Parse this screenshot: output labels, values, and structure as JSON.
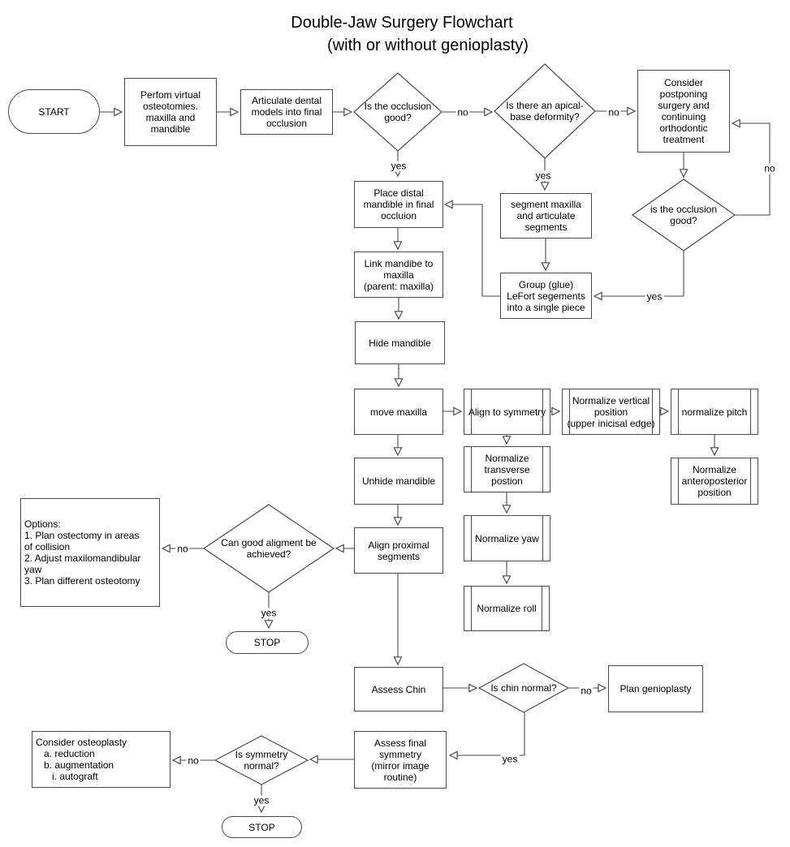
{
  "title": {
    "line1": "Double-Jaw Surgery Flowchart",
    "line2": "(with or without genioplasty)"
  },
  "colors": {
    "line": "#4a4a4a",
    "text": "#000000",
    "background": "#ffffff"
  },
  "nodes": {
    "start": "START",
    "perform_osteotomies": "Perfom virtual\nosteotomies.\nmaxilla and\nmandible",
    "articulate_models": "Articulate dental\nmodels into final\nocclusion",
    "occlusion_good_1": "Is the occlusion\ngood?",
    "apical_deformity": "Is there an apical-\nbase deformity?",
    "consider_postponing": "Consider\npostponing\nsurgery and\ncontinuing\northodontic\ntreatment",
    "occlusion_good_2": "is the occlusion\ngood?",
    "place_distal": "Place distal\nmandible in final\noccluion",
    "segment_maxilla": "segment maxilla\nand articulate\nsegments",
    "group_lefort": "Group (glue)\nLeFort segements\ninto a single piece",
    "link_mandible": "Link mandibe to\nmaxilla\n(parent: maxilla)",
    "hide_mandible": "Hide mandible",
    "move_maxilla": "move maxilla",
    "align_to_symmetry": "Align to symmetry",
    "normalize_vertical": "Normalize vertical\nposition\n(upper inicisal edge)",
    "normalize_pitch": "normalize pitch",
    "normalize_transverse": "Normalize\ntransverse\npostion",
    "normalize_yaw": "Normalize yaw",
    "normalize_anteroposterior": "Normalize\nanteroposterior\nposition",
    "normalize_roll": "Normalize roll",
    "unhide_mandible": "Unhide mandible",
    "align_proximal": "Align proximal\nsegments",
    "options": "Options:\n1. Plan ostectomy in areas\nof collision\n2. Adjust maxilomandibular\nyaw\n3. Plan different osteotomy",
    "good_alignment": "Can good aligment be\nachieved?",
    "stop_1": "STOP",
    "assess_chin": "Assess Chin",
    "chin_normal": "Is chin normal?",
    "plan_genioplasty": "Plan genioplasty",
    "assess_final_symmetry": "Assess final\nsymmetry\n(mirror image\nroutine)",
    "consider_osteoplasty": "Consider osteoplasty\n   a. reduction\n   b. augmentation\n      i. autograft",
    "symmetry_normal": "Is symmetry\nnormal?",
    "stop_2": "STOP"
  },
  "edge_labels": {
    "occlusion1_no": "no",
    "occlusion1_yes": "yes",
    "apical_no": "no",
    "apical_yes": "yes",
    "postpone_loop_no": "no",
    "occlusion2_yes": "yes",
    "alignment_no": "no",
    "alignment_yes": "yes",
    "chin_no": "no",
    "chin_yes": "yes",
    "symmetry_no": "no",
    "symmetry_yes": "yes"
  }
}
